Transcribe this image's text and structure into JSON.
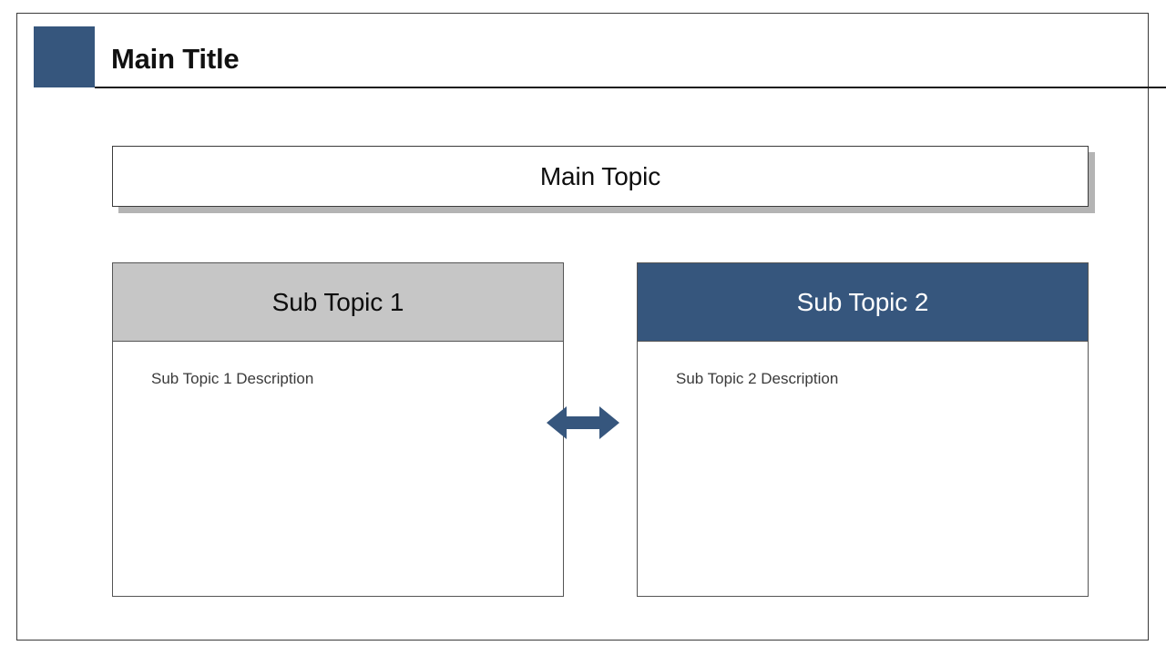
{
  "header": {
    "title": "Main Title",
    "accent_color": "#36567d"
  },
  "main_topic": {
    "label": "Main Topic",
    "shadow_color": "#b4b4b4"
  },
  "columns": [
    {
      "heading": "Sub Topic 1",
      "description": "Sub Topic 1 Description",
      "header_background": "#c6c6c6",
      "header_text_color": "#0d0d0d"
    },
    {
      "heading": "Sub Topic 2",
      "description": "Sub Topic 2 Description",
      "header_background": "#36567d",
      "header_text_color": "#ffffff"
    }
  ],
  "connector": {
    "icon": "double-arrow-horizontal-icon",
    "color": "#36567d"
  }
}
